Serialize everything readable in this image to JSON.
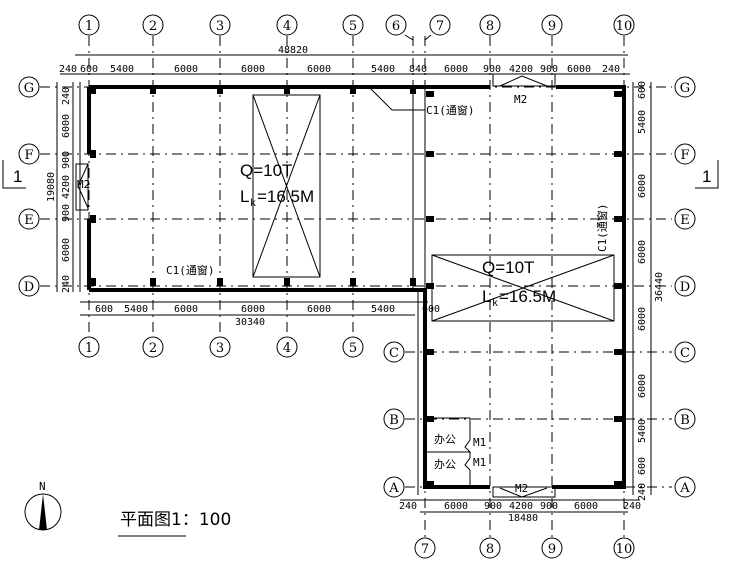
{
  "axes_top": [
    "1",
    "2",
    "3",
    "4",
    "5",
    "6",
    "7",
    "8",
    "9",
    "10"
  ],
  "axes_bottom_left": [
    "1",
    "2",
    "3",
    "4",
    "5"
  ],
  "axes_bottom_right": [
    "7",
    "8",
    "9",
    "10"
  ],
  "rows_left": [
    "G",
    "F",
    "E",
    "D"
  ],
  "rows_left_lower": [
    "C",
    "B",
    "A"
  ],
  "rows_right": [
    "G",
    "F",
    "E",
    "D",
    "C",
    "B",
    "A"
  ],
  "dims_top": [
    "240",
    "600",
    "5400",
    "6000",
    "6000",
    "6000",
    "5400",
    "840",
    "6000",
    "900",
    "4200",
    "900",
    "6000",
    "240"
  ],
  "dims_top_total": "48820",
  "dims_bottom_left": [
    "600",
    "5400",
    "6000",
    "6000",
    "6000",
    "5400",
    "600"
  ],
  "dims_bottom_left_total": "30340",
  "dims_bottom_right": [
    "240",
    "6000",
    "900",
    "4200",
    "900",
    "6000",
    "240"
  ],
  "dims_bottom_right_total": "18480",
  "dims_left": [
    "240",
    "6000",
    "900",
    "4200",
    "900",
    "6000",
    "240"
  ],
  "dims_left_total": "19080",
  "dims_right": [
    "600",
    "5400",
    "6000",
    "6000",
    "6000",
    "6000",
    "5400",
    "600",
    "240"
  ],
  "dims_right_total": "36440",
  "labels": {
    "window": "C1(通窗)",
    "door_large": "M2",
    "door_office": "M1",
    "office": "办公",
    "crane_q": "Q=10T",
    "crane_l": "L",
    "crane_l_sub": "k",
    "crane_span": "=16.5M",
    "section": "1",
    "north": "N",
    "title": "平面图1：100"
  }
}
